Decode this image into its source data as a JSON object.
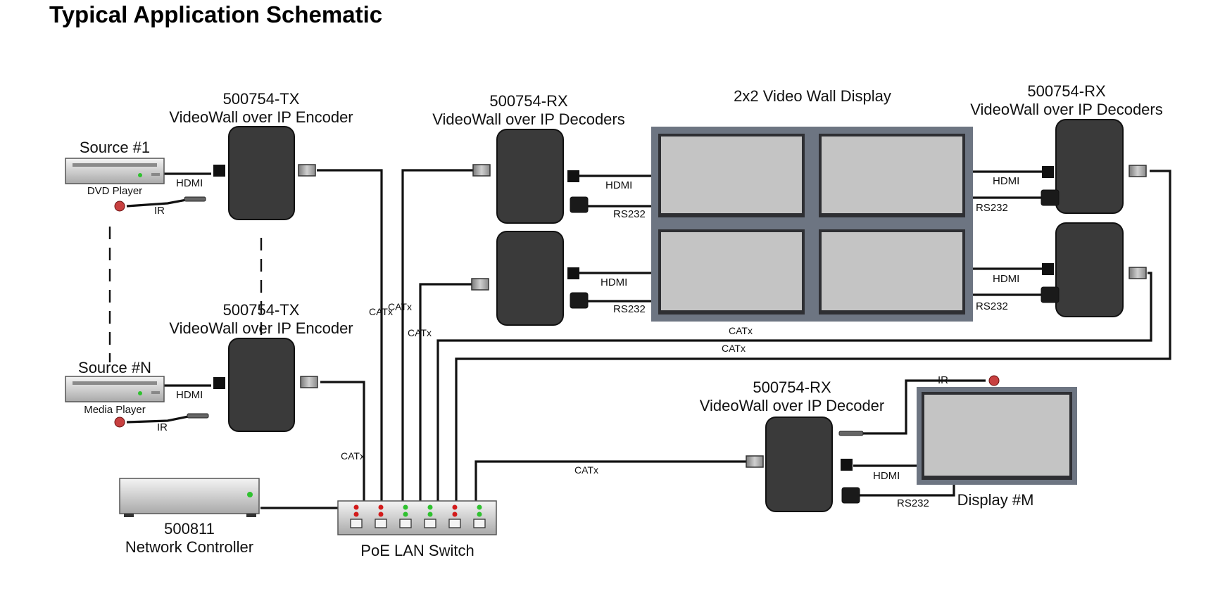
{
  "title": "Typical Application Schematic",
  "devices": {
    "tx1": {
      "model": "500754-TX",
      "desc": "VideoWall over IP Encoder"
    },
    "tx2": {
      "model": "500754-TX",
      "desc": "VideoWall over IP Encoder"
    },
    "rx_left": {
      "model": "500754-RX",
      "desc": "VideoWall over IP Decoders"
    },
    "rx_right": {
      "model": "500754-RX",
      "desc": "VideoWall over IP Decoders"
    },
    "rx_single": {
      "model": "500754-RX",
      "desc": "VideoWall over IP Decoder"
    },
    "source1": {
      "title": "Source #1",
      "type": "DVD Player"
    },
    "sourceN": {
      "title": "Source #N",
      "type": "Media Player"
    },
    "controller": {
      "model": "500811",
      "desc": "Network Controller"
    },
    "switch": {
      "label": "PoE LAN Switch"
    },
    "videowall": {
      "label": "2x2 Video Wall Display"
    },
    "displayM": {
      "label": "Display #M"
    }
  },
  "signals": {
    "hdmi": "HDMI",
    "rs232": "RS232",
    "ir": "IR",
    "catx": "CATx"
  },
  "colors": {
    "device_dark": "#3a3a3a",
    "screen_fill": "#c4c4c4",
    "screen_frame": "#6d7582",
    "led_red": "#d31b1b",
    "led_green": "#2fc12f",
    "ir_bulb": "#c84040"
  }
}
